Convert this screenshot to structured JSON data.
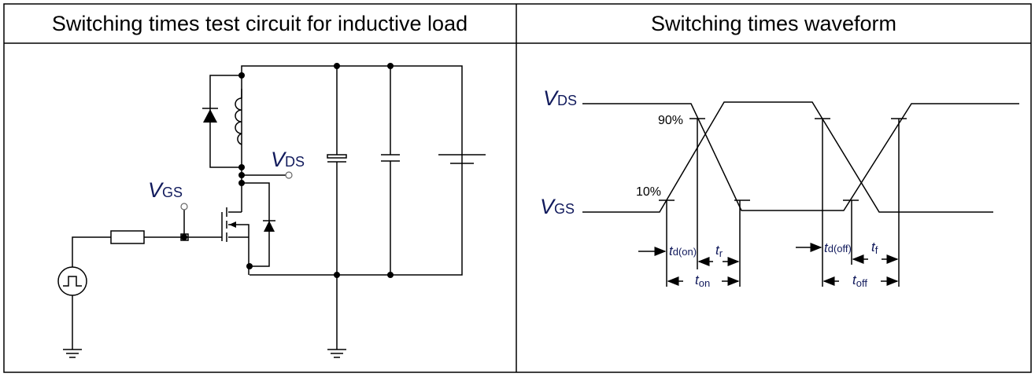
{
  "headers": {
    "left": "Switching times test circuit for inductive load",
    "right": "Switching times waveform"
  },
  "circuit": {
    "vds_label": {
      "main": "V",
      "sub": "DS"
    },
    "vgs_label": {
      "main": "V",
      "sub": "GS"
    }
  },
  "waveform": {
    "vds_label": {
      "main": "V",
      "sub": "DS"
    },
    "vgs_label": {
      "main": "V",
      "sub": "GS"
    },
    "pct90": "90%",
    "pct10": "10%",
    "td_on": {
      "main": "t",
      "sub": "d(on)"
    },
    "tr": {
      "main": "t",
      "sub": "r"
    },
    "ton": {
      "main": "t",
      "sub": "on"
    },
    "td_off": {
      "main": "t",
      "sub": "d(off)"
    },
    "tf": {
      "main": "t",
      "sub": "f"
    },
    "toff": {
      "main": "t",
      "sub": "off"
    }
  }
}
